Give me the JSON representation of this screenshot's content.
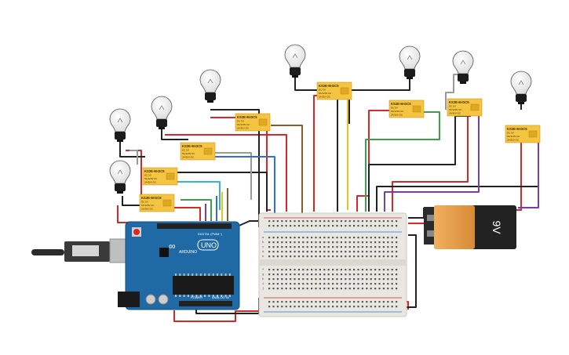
{
  "relay": {
    "model": "KS2E-M-DC5",
    "spec1": "DC 5V",
    "spec2": "5A/120V AC",
    "spec3": "2A/30V DC"
  },
  "arduino": {
    "brand": "ARDUINO",
    "model": "UNO",
    "digital_label": "DIGITAL (PWM~)",
    "power_label": "POWER",
    "analog_label": "ANALOG IN"
  },
  "battery": {
    "label": "9V"
  },
  "breadboard": {
    "row_letters_top": [
      "a",
      "b",
      "c",
      "d",
      "e"
    ],
    "row_letters_bottom": [
      "f",
      "g",
      "h",
      "i",
      "j"
    ]
  },
  "colors": {
    "relay": "#f5c542",
    "arduino": "#1f6aa5",
    "breadboard": "#e9e7e2",
    "battery_body": "#e8a24a",
    "battery_top": "#222222",
    "wire_red": "#d62828",
    "wire_black": "#222222",
    "wire_gray": "#9a9a9a",
    "wire_green": "#3aa14a",
    "wire_purple": "#7b3fa0",
    "wire_brown": "#8a5a2b",
    "wire_cyan": "#38b6c9",
    "wire_yellow": "#e6c229"
  }
}
